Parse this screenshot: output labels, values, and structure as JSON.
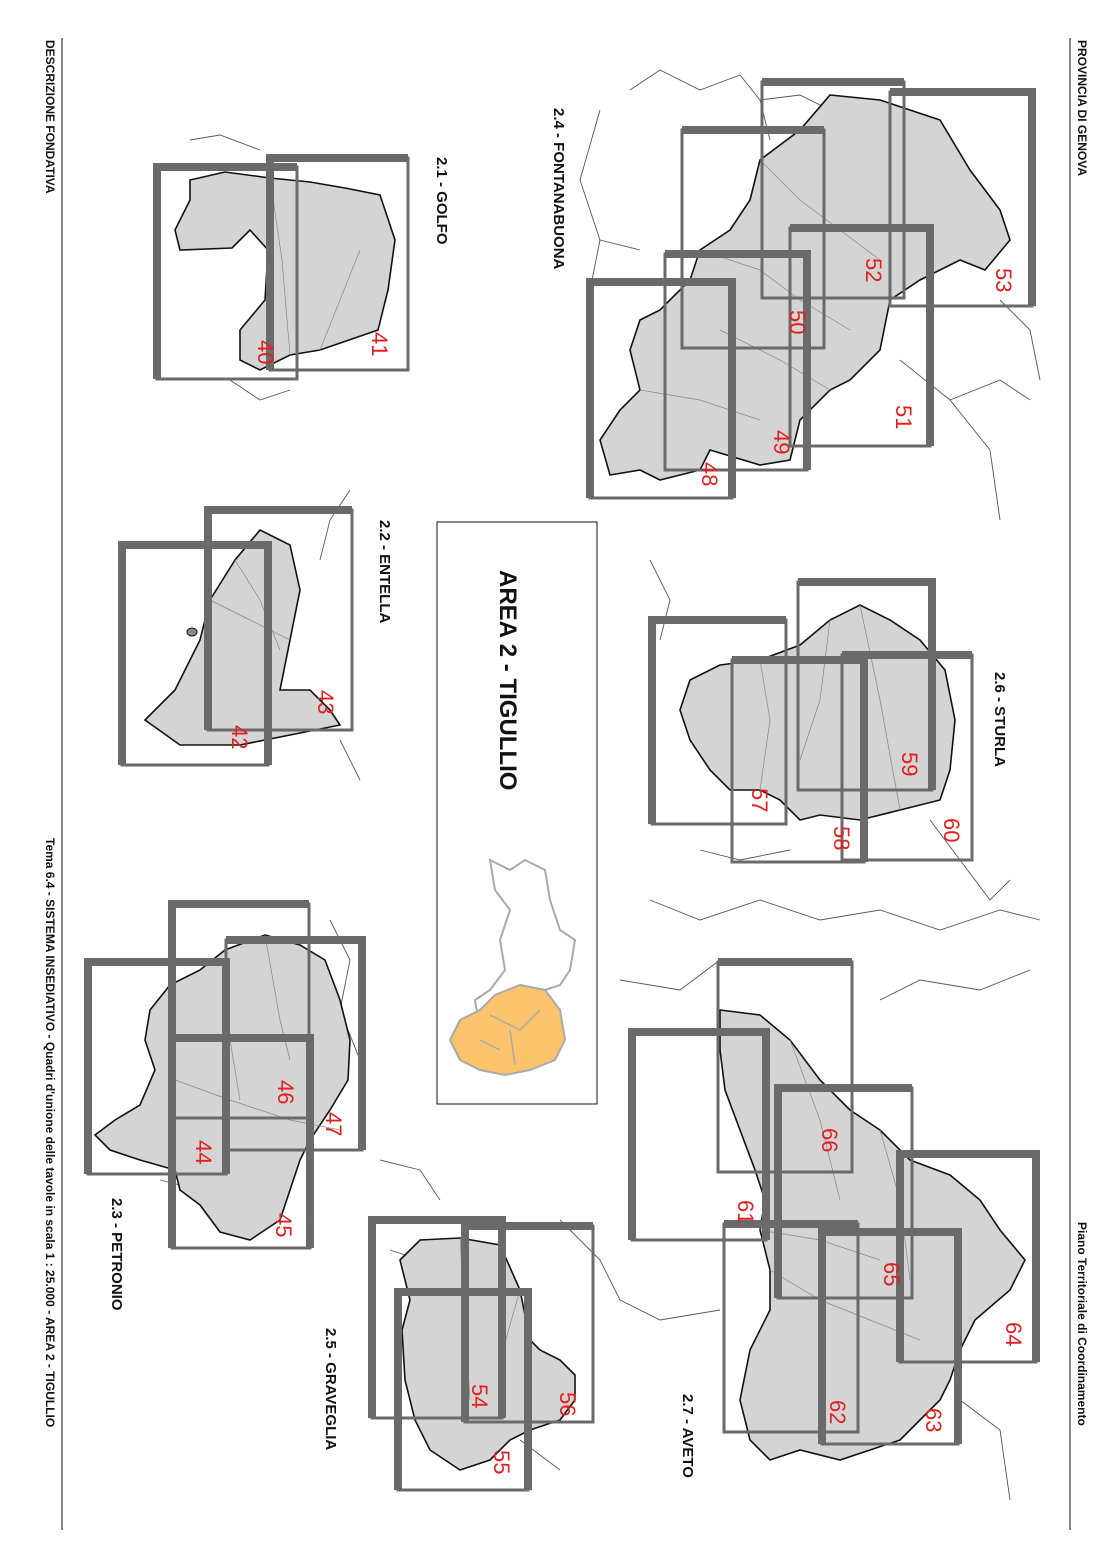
{
  "header": {
    "province": "PROVINCIA DI GENOVA",
    "plan": "Piano Territoriale di Coordinamento",
    "description": "DESCRIZIONE FONDATIVA",
    "subtitle": "Tema 6.4 - SISTEMA INSEDIATIVO - Quadri d'unione delle tavole in scala 1 : 25.000  -  AREA 2 - TIGULLIO"
  },
  "area_title": "AREA 2 - TIGULLIO",
  "zones": {
    "golfo": "2.1 - GOLFO",
    "entella": "2.2 - ENTELLA",
    "petronio": "2.3 - PETRONIO",
    "fontanabuona": "2.4 - FONTANABUONA",
    "graveglia": "2.5 - GRAVEGLIA",
    "sturla": "2.6 - STURLA",
    "aveto": "2.7 - AVETO"
  },
  "sheets": {
    "s40": "40",
    "s41": "41",
    "s42": "42",
    "s43": "43",
    "s44": "44",
    "s45": "45",
    "s46": "46",
    "s47": "47",
    "s48": "48",
    "s49": "49",
    "s50": "50",
    "s51": "51",
    "s52": "52",
    "s53": "53",
    "s54": "54",
    "s55": "55",
    "s56": "56",
    "s57": "57",
    "s58": "58",
    "s59": "59",
    "s60": "60",
    "s61": "61",
    "s62": "62",
    "s63": "63",
    "s64": "64",
    "s65": "65",
    "s66": "66"
  },
  "colors": {
    "basin_fill": "#d4d4d4",
    "frame": "#6a6a6a",
    "sheet_number": "#e31e1e",
    "locator_highlight": "#fbc36b"
  }
}
